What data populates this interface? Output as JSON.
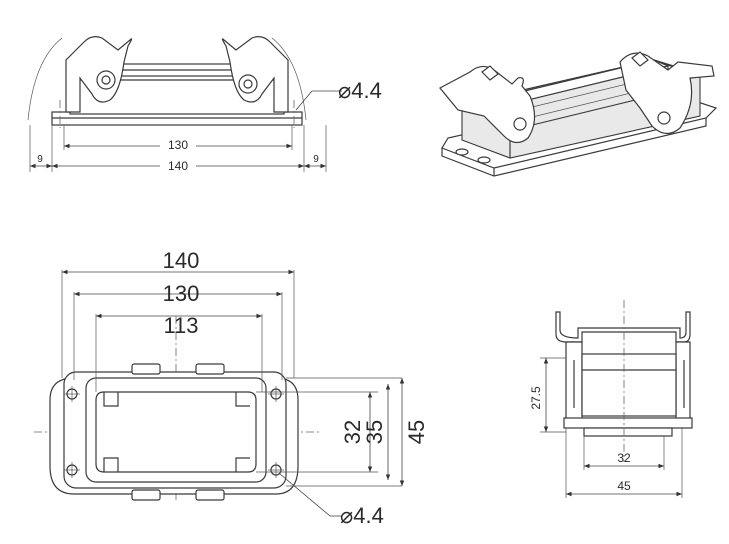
{
  "front_view": {
    "hole_label": "⌀4.4",
    "dim_130": "130",
    "dim_140": "140",
    "dim_left_9": "9",
    "dim_right_9": "9"
  },
  "top_view": {
    "dim_140": "140",
    "dim_130": "130",
    "dim_113": "113",
    "dim_32": "32",
    "dim_35": "35",
    "dim_45": "45",
    "hole_label": "⌀4.4"
  },
  "side_view": {
    "dim_27_5": "27.5",
    "dim_32": "32",
    "dim_45": "45"
  }
}
